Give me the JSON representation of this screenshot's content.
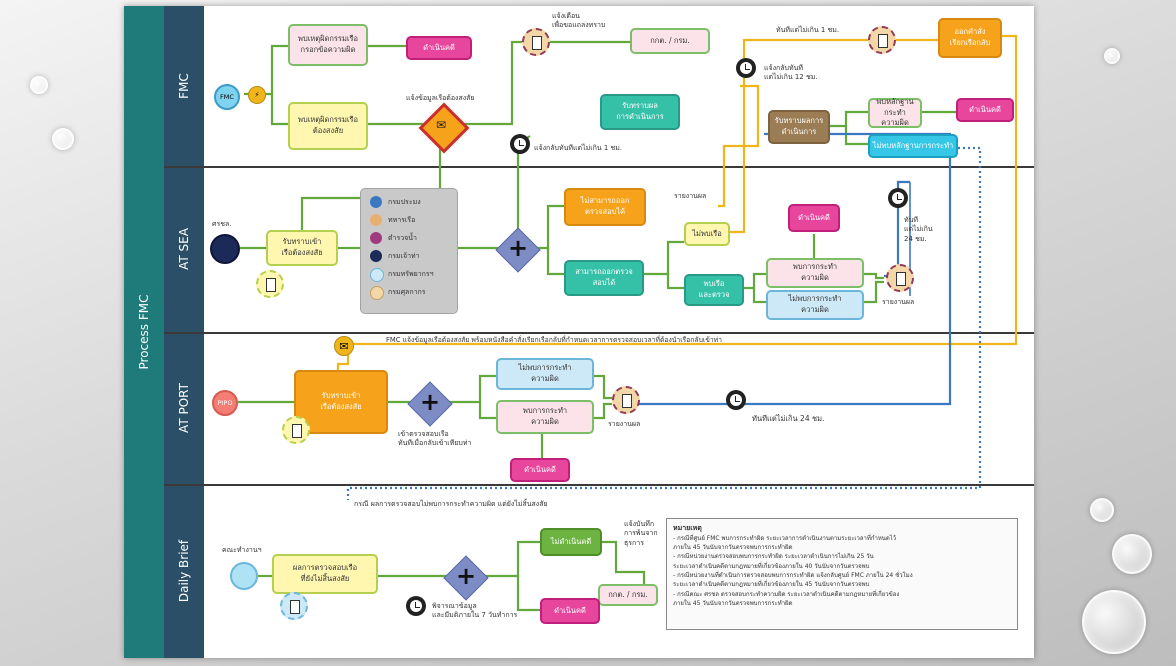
{
  "slide": {
    "title": "Process FMC",
    "lanes": [
      "FMC",
      "AT SEA",
      "AT PORT",
      "Daily Brief"
    ]
  },
  "fmc": {
    "start_event": "FMC",
    "task_top": "พบเหตุผิดกรรมเรือ\nกรอกข้อความผิด",
    "action_top": "ดำเนินคดี",
    "notify_label": "แจ้งเตือน\nเพื่อขอแถลงทราบ",
    "dept_top": "กกต. / กรม.",
    "task_mid": "พบเหตุผิดกรรมเรือ\nต้องสงสัย",
    "send_label": "แจ้งข้อมูลเรือต้องสงสัย",
    "ack_task": "รับทราบผล\nการดำเนินการ",
    "report_12h": "แจ้งกลับทันที\nแต่ไม่เกิน 12 ชม.",
    "immediate_1h": "ทันทีแต่ไม่เกิน 1 ชม.",
    "order_recall": "ออกคำสั่ง\nเรียกเรือกลับ",
    "ack_result": "รับทราบผลการ\nดำเนินการ",
    "found_offence": "พบหลักฐานกระทำ\nความผิด",
    "action_right": "ดำเนินคดี",
    "no_offence": "ไม่พบหลักฐานการกระทำ",
    "report_1h": "แจ้งกลับทันทีแต่ไม่เกิน 1 ชม."
  },
  "at_sea": {
    "start_event": "ศรชล.",
    "receive_task": "รับทราบเข้า\nเรือต้องสงสัย",
    "legend": [
      "กรมประมง",
      "ทหารเรือ",
      "ตำรวจน้ำ",
      "กรมเจ้าท่า",
      "กรมทรัพยากรฯ",
      "กรมศุลกากร"
    ],
    "cannot_inspect": "ไม่สามารถออก\nตรวจสอบได้",
    "report_back": "รายงานผล",
    "no_ship": "ไม่พบเรือ",
    "can_inspect": "สามารถออกตรวจ\nสอบได้",
    "found_ship": "พบเรือ\nและตรวจ",
    "action": "ดำเนินคดี",
    "found_offence": "พบการกระทำ\nความผิด",
    "no_offence": "ไม่พบการกระทำ\nความผิด",
    "report": "รายงานผล",
    "timing": "ทันที\nแต่ไม่เกิน\n24 ชม."
  },
  "at_port": {
    "start_event": "PIPO",
    "note": "FMC แจ้งข้อมูลเรือต้องสงสัย พร้อมหนังสือคำสั่งเรียกเรือกลับที่กำหนดเวลาการตรวจสอบเวลาที่ต้องนำเรือกลับเข้าท่า",
    "receive_task": "รับทราบเข้า\nเรือต้องสงสัย",
    "inspect_label": "เข้าตรวจสอบเรือ\nทันทีเมื่อกลับเข้าเทียบท่า",
    "no_offence": "ไม่พบการกระทำ\nความผิด",
    "found_offence": "พบการกระทำ\nความผิด",
    "action": "ดำเนินคดี",
    "report": "รายงานผล",
    "timing": "ทันทีแต่ไม่เกิน 24 ชม."
  },
  "daily_brief": {
    "case_note": "กรณี ผลการตรวจสอบไม่พบการกระทำความผิด แต่ยังไม่สิ้นสงสัย",
    "start_event": "คณะทำงานฯ",
    "review_task": "ผลการตรวจสอบเรือ\nที่ยังไม่สิ้นสงสัย",
    "consider_label": "พิจารณาข้อมูล\nและมีมติภายใน 7 วันทำการ",
    "no_action": "ไม่ดำเนินคดี",
    "record_label": "แจ้งบันทึก\nการพ้นจาก\nธุรการ",
    "dept": "กกต. / กรม.",
    "action": "ดำเนินคดี",
    "notes_title": "หมายเหตุ",
    "notes": [
      "- กรณีที่ศูนย์ FMC พบการกระทำผิด ระยะเวลาการดำเนินงานตามระยะเวลาที่กำหนดไว้",
      "  ภายใน 45 วันนับจากวันตรวจพบการกระทำผิด",
      "- กรณีหน่วยงานตรวจสอบพบการกระทำผิด ระยะเวลาดำเนินการไม่เกิน 25 วัน",
      "  ระยะเวลาดำเนินคดีตามกฎหมายที่เกี่ยวข้องภายใน 40 วันนับจากวันตรวจพบ",
      "- กรณีหน่วยงานที่ดำเนินการตรวจสอบพบการกระทำผิด แจ้งกลับศูนย์ FMC ภายใน 24 ชั่วโมง",
      "  ระยะเวลาดำเนินคดีตามกฎหมายที่เกี่ยวข้องภายใน 45 วันนับจากวันตรวจพบ",
      "- กรณีคณะ ศรชล ตรวจสอบกระทำความผิด ระยะเวลาดำเนินคดีตามกฎหมายที่เกี่ยวข้อง",
      "  ภายใน 45 วันนับจากวันตรวจพบการกระทำผิด"
    ]
  },
  "colors": {
    "lane_band": "#1f7a7a",
    "label_band": "#2a4f66",
    "connector_green": "#62a83a",
    "connector_yellow": "#f1b51c",
    "connector_blue": "#3a78c2"
  }
}
